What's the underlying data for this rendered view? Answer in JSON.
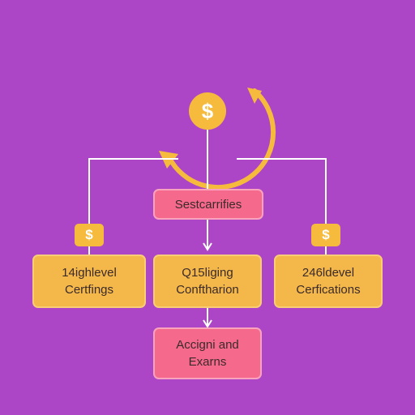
{
  "diagram": {
    "colors": {
      "background": "#ad46c6",
      "pink_box": "#f56a8c",
      "orange_box": "#f4b84a",
      "ring": "#f6bb3c",
      "connector": "#ffffff"
    },
    "cycle_symbol": "$",
    "left_symbol": "$",
    "right_symbol": "$",
    "top_box": "Sestcarrifies",
    "left_box": [
      "14ighlevel",
      "Certfings"
    ],
    "middle_box": [
      "Q15liging",
      "Conftharion"
    ],
    "right_box": [
      "246ldevel",
      "Cerfications"
    ],
    "bottom_box": [
      "Accigni and",
      "Exarns"
    ]
  }
}
